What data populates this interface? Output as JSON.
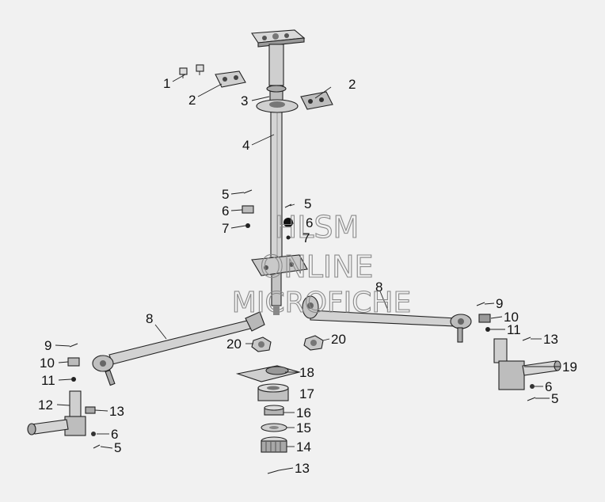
{
  "watermark": {
    "line1": "HLSM",
    "line2": "ONLINE",
    "line3": "MICROFICHE"
  },
  "callouts": [
    {
      "id": "c1",
      "text": "1"
    },
    {
      "id": "c2a",
      "text": "2"
    },
    {
      "id": "c2b",
      "text": "2"
    },
    {
      "id": "c3",
      "text": "3"
    },
    {
      "id": "c4",
      "text": "4"
    },
    {
      "id": "c5a",
      "text": "5"
    },
    {
      "id": "c6a",
      "text": "6"
    },
    {
      "id": "c7a",
      "text": "7"
    },
    {
      "id": "c5b",
      "text": "5"
    },
    {
      "id": "c6b",
      "text": "6"
    },
    {
      "id": "c7b",
      "text": "7"
    },
    {
      "id": "c8a",
      "text": "8"
    },
    {
      "id": "c8b",
      "text": "8"
    },
    {
      "id": "c9a",
      "text": "9"
    },
    {
      "id": "c10a",
      "text": "10"
    },
    {
      "id": "c11a",
      "text": "11"
    },
    {
      "id": "c12",
      "text": "12"
    },
    {
      "id": "c13a",
      "text": "13"
    },
    {
      "id": "c6c",
      "text": "6"
    },
    {
      "id": "c5c",
      "text": "5"
    },
    {
      "id": "c20a",
      "text": "20"
    },
    {
      "id": "c20b",
      "text": "20"
    },
    {
      "id": "c18",
      "text": "18"
    },
    {
      "id": "c17",
      "text": "17"
    },
    {
      "id": "c16",
      "text": "16"
    },
    {
      "id": "c15",
      "text": "15"
    },
    {
      "id": "c14",
      "text": "14"
    },
    {
      "id": "c13b",
      "text": "13"
    },
    {
      "id": "c9b",
      "text": "9"
    },
    {
      "id": "c10b",
      "text": "10"
    },
    {
      "id": "c11b",
      "text": "11"
    },
    {
      "id": "c13c",
      "text": "13"
    },
    {
      "id": "c19",
      "text": "19"
    },
    {
      "id": "c6d",
      "text": "6"
    },
    {
      "id": "c5d",
      "text": "5"
    }
  ]
}
